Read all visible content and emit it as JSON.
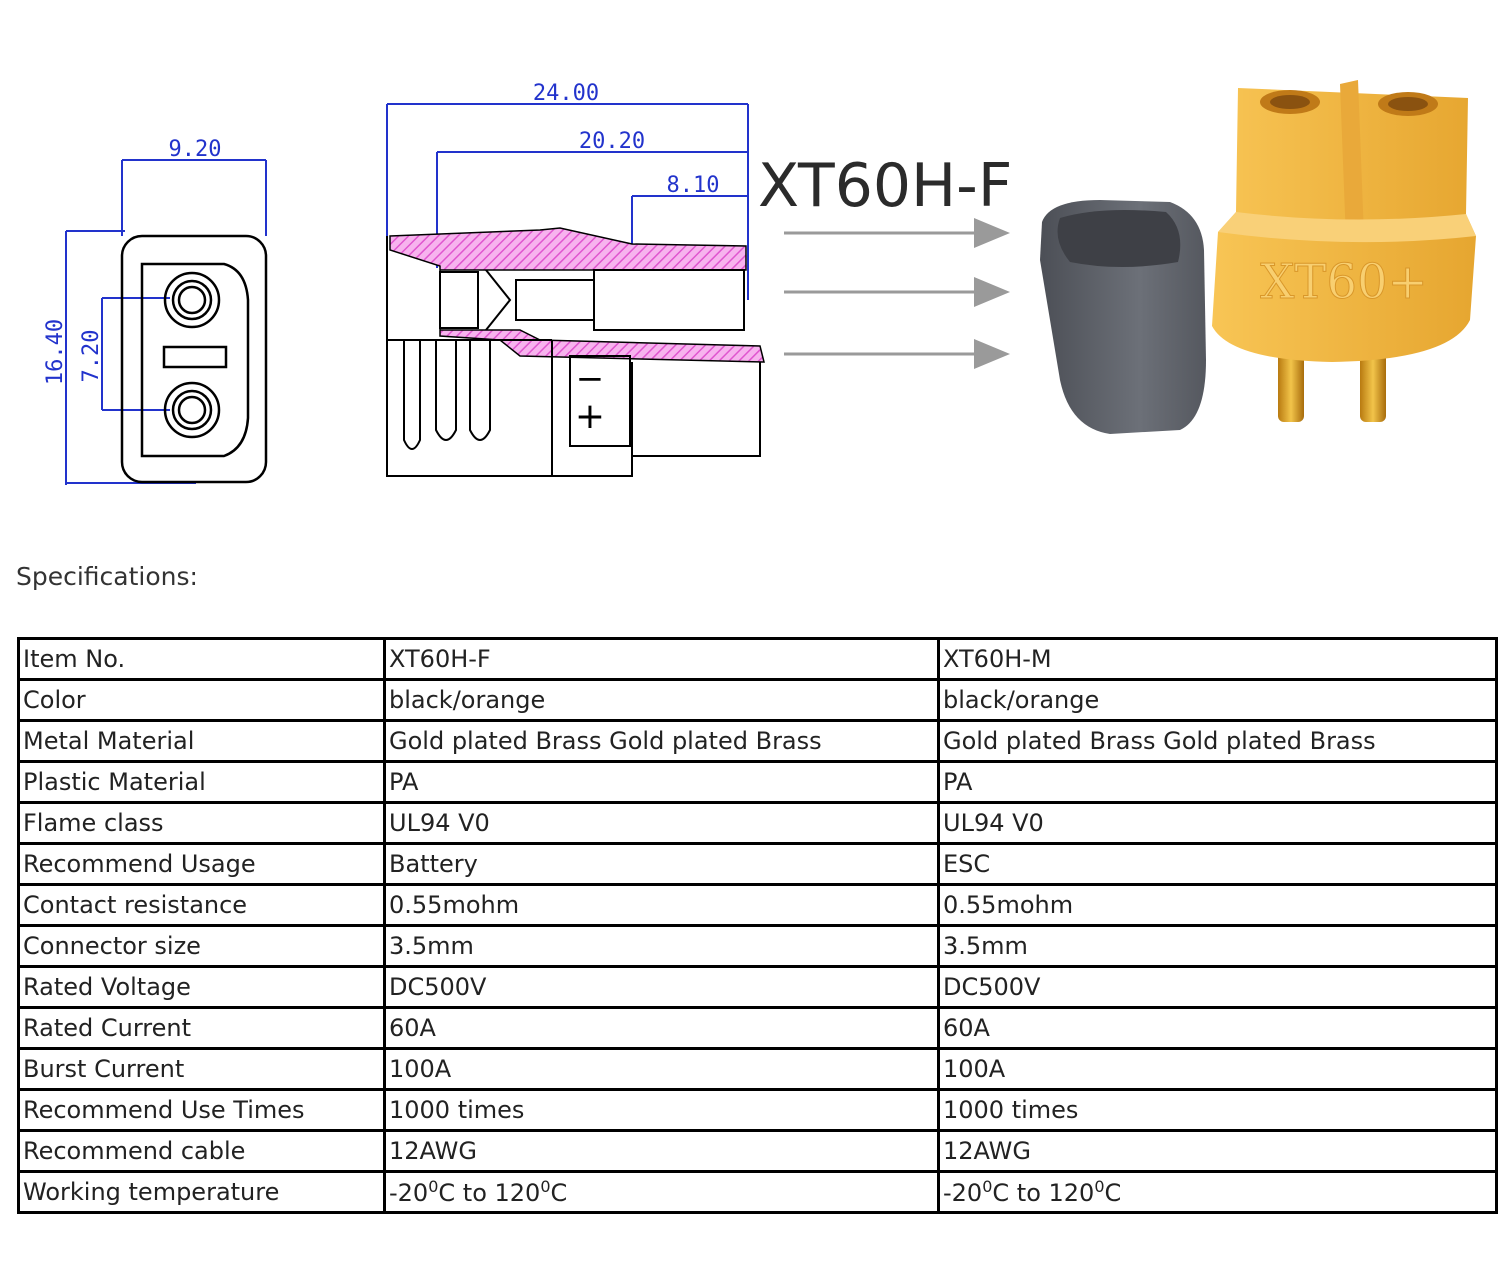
{
  "figure": {
    "dim_width": "9.20",
    "dim_height": "16.40",
    "dim_pitch": "7.20",
    "dim_total_length": "24.00",
    "dim_body_length": "20.20",
    "dim_pin_length": "8.10",
    "polarity_minus": "−",
    "polarity_plus": "+",
    "model_label": "XT60H-F",
    "housing_emboss": "XT60+",
    "colors": {
      "dimension_line": "#2233cc",
      "hatch": "#ee66dd",
      "drawing_line": "#000000",
      "arrow": "#9a9a9a",
      "connector_orange": "#f3b43a",
      "cap_gray": "#5d6068",
      "pin_gold": "#d99a18"
    }
  },
  "specs": {
    "heading": "Specifications:",
    "rows": [
      {
        "label": "Item No.",
        "f": "XT60H-F",
        "m": "XT60H-M"
      },
      {
        "label": "Color",
        "f": "black/orange",
        "m": "black/orange"
      },
      {
        "label": "Metal Material",
        "f": "Gold plated Brass Gold plated Brass",
        "m": "Gold plated Brass Gold plated Brass"
      },
      {
        "label": "Plastic Material",
        "f": "PA",
        "m": "PA"
      },
      {
        "label": "Flame class",
        "f": "UL94 V0",
        "m": "UL94 V0"
      },
      {
        "label": "Recommend Usage",
        "f": "Battery",
        "m": "ESC"
      },
      {
        "label": "Contact resistance",
        "f": "0.55mohm",
        "m": "0.55mohm"
      },
      {
        "label": "Connector size",
        "f": "3.5mm",
        "m": "3.5mm"
      },
      {
        "label": "Rated Voltage",
        "f": "DC500V",
        "m": "DC500V"
      },
      {
        "label": "Rated Current",
        "f": "60A",
        "m": "60A"
      },
      {
        "label": "Burst Current",
        "f": "100A",
        "m": "100A"
      },
      {
        "label": "Recommend Use Times",
        "f": "1000 times",
        "m": "1000 times"
      },
      {
        "label": "Recommend cable",
        "f": "12AWG",
        "m": "12AWG"
      }
    ],
    "temp_row": {
      "label": "Working temperature",
      "f_pre": "-20",
      "f_sup1": "0",
      "f_mid": "C to 120",
      "f_sup2": "0",
      "f_post": "C",
      "m_pre": "-20",
      "m_sup1": "0",
      "m_mid": "C to 120",
      "m_sup2": "0",
      "m_post": "C"
    }
  }
}
